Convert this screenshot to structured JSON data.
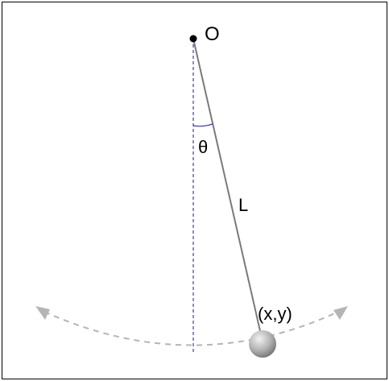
{
  "labels": {
    "pivot": "O",
    "angle": "θ",
    "length": "L",
    "position": "(x,y)"
  },
  "colors": {
    "frame": "#000000",
    "rod": "#7a7a7a",
    "vertical_reference": "#3b3bb0",
    "swing_arc": "#b5b5b5",
    "bob_highlight": "#f2f2f2",
    "bob_shadow": "#6e6e6e",
    "text": "#000000"
  }
}
